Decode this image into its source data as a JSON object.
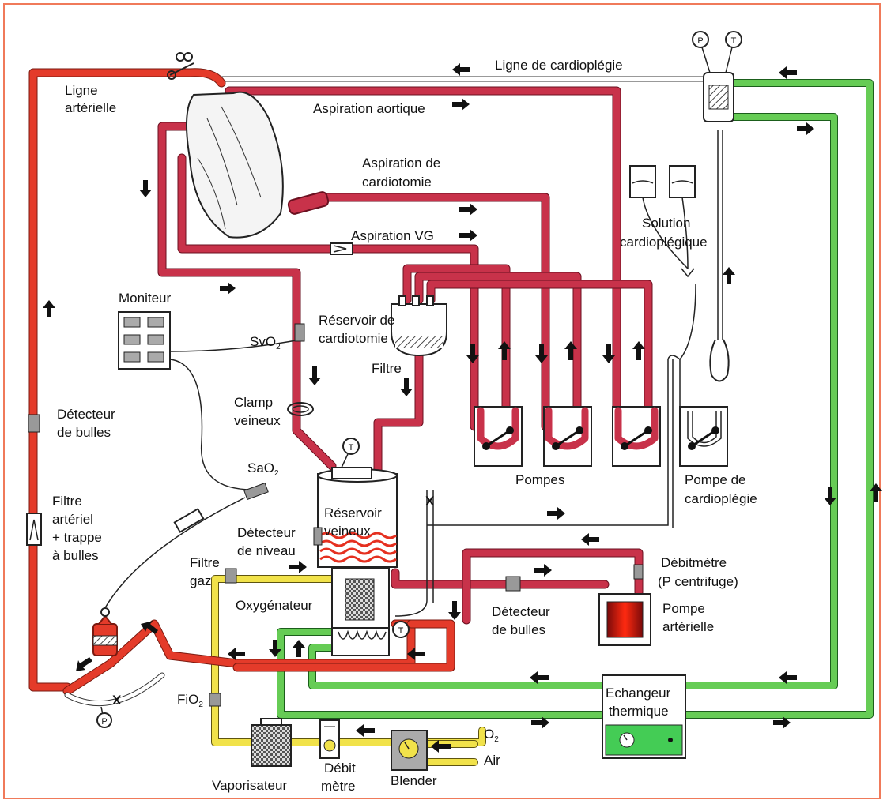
{
  "labels": {
    "ligne_arterielle_1": "Ligne",
    "ligne_arterielle_2": "artérielle",
    "ligne_cardioplegie": "Ligne de cardioplégie",
    "aspiration_aortique": "Aspiration aortique",
    "aspiration_cardiotomie_1": "Aspiration de",
    "aspiration_cardiotomie_2": "cardiotomie",
    "aspiration_vg": "Aspiration VG",
    "solution_1": "Solution",
    "solution_2": "cardioplégique",
    "moniteur": "Moniteur",
    "reservoir_cardio_1": "Réservoir de",
    "reservoir_cardio_2": "cardiotomie",
    "svo2": "SvO",
    "svo2_sub": "2",
    "filtre": "Filtre",
    "clamp_1": "Clamp",
    "clamp_2": "veineux",
    "detecteur_bulles_1": "Détecteur",
    "detecteur_bulles_2": "de bulles",
    "pompes": "Pompes",
    "pompe_cardio_1": "Pompe de",
    "pompe_cardio_2": "cardioplégie",
    "sao2": "SaO",
    "sao2_sub": "2",
    "reservoir_veineux_1": "Réservoir",
    "reservoir_veineux_2": "veineux",
    "filtre_art_1": "Filtre",
    "filtre_art_2": "artériel",
    "filtre_art_3": "+ trappe",
    "filtre_art_4": "à bulles",
    "detecteur_niveau_1": "Détecteur",
    "detecteur_niveau_2": "de niveau",
    "filtre_gaz_1": "Filtre",
    "filtre_gaz_2": "gaz",
    "debitmetre_1": "Débitmètre",
    "debitmetre_2": "(P centrifuge)",
    "oxygenateur": "Oxygénateur",
    "detecteur_bulles2_1": "Détecteur",
    "detecteur_bulles2_2": "de bulles",
    "pompe_art_1": "Pompe",
    "pompe_art_2": "artérielle",
    "fio2": "FiO",
    "fio2_sub": "2",
    "echangeur_1": "Echangeur",
    "echangeur_2": "thermique",
    "o2": "O",
    "o2_sub": "2",
    "air": "Air",
    "vaporisateur": "Vaporisateur",
    "debit_1": "Débit",
    "debit_2": "mètre",
    "blender": "Blender",
    "p_symbol": "P",
    "t_symbol": "T",
    "x_symbol": "X"
  },
  "colors": {
    "venous_blood": "#c8324a",
    "arterial_blood": "#e43b2a",
    "water": "#66cc55",
    "gas": "#f1e24a",
    "border": "#f07a5a"
  },
  "icons": [
    "heart-icon",
    "clamp-icon",
    "pump-roller-icon",
    "filter-icon",
    "oxygenator-icon",
    "heat-exchanger-icon",
    "vaporizer-icon",
    "flowmeter-icon",
    "blender-icon",
    "monitor-icon"
  ]
}
